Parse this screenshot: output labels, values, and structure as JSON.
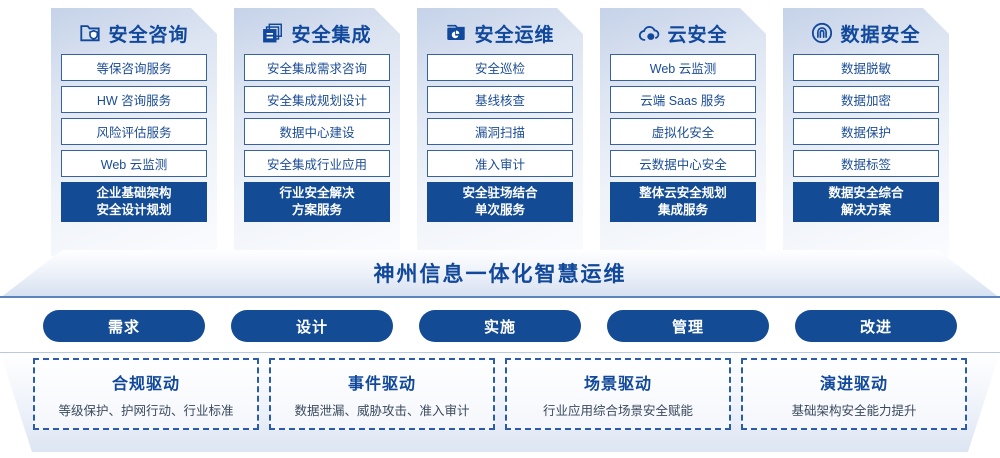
{
  "colors": {
    "primary": "#134c94",
    "title_blue": "#11489b",
    "item_border": "#36639f",
    "item_text": "#1b4c96",
    "driver_desc": "#3b4a5e"
  },
  "columns": [
    {
      "icon": "folder-shield-icon",
      "title": "安全咨询",
      "items": [
        "等保咨询服务",
        "HW 咨询服务",
        "风险评估服务",
        "Web 云监测"
      ],
      "footer_line1": "企业基础架构",
      "footer_line2": "安全设计规划"
    },
    {
      "icon": "stacked-documents-icon",
      "title": "安全集成",
      "items": [
        "安全集成需求咨询",
        "安全集成规划设计",
        "数据中心建设",
        "安全集成行业应用"
      ],
      "footer_line1": "行业安全解决",
      "footer_line2": "方案服务"
    },
    {
      "icon": "monitor-chart-icon",
      "title": "安全运维",
      "items": [
        "安全巡检",
        "基线核查",
        "漏洞扫描",
        "准入审计"
      ],
      "footer_line1": "安全驻场结合",
      "footer_line2": "单次服务"
    },
    {
      "icon": "cloud-icon",
      "title": "云安全",
      "items": [
        "Web 云监测",
        "云端 Saas 服务",
        "虚拟化安全",
        "云数据中心安全"
      ],
      "footer_line1": "整体云安全规划",
      "footer_line2": "集成服务"
    },
    {
      "icon": "fingerprint-icon",
      "title": "数据安全",
      "items": [
        "数据脱敏",
        "数据加密",
        "数据保护",
        "数据标签"
      ],
      "footer_line1": "数据安全综合",
      "footer_line2": "解决方案"
    }
  ],
  "banner": {
    "title": "神州信息一体化智慧运维"
  },
  "phases": [
    {
      "label": "需求"
    },
    {
      "label": "设计"
    },
    {
      "label": "实施"
    },
    {
      "label": "管理"
    },
    {
      "label": "改进"
    }
  ],
  "drivers": [
    {
      "title": "合规驱动",
      "desc": "等级保护、护网行动、行业标准"
    },
    {
      "title": "事件驱动",
      "desc": "数据泄漏、威胁攻击、准入审计"
    },
    {
      "title": "场景驱动",
      "desc": "行业应用综合场景安全赋能"
    },
    {
      "title": "演进驱动",
      "desc": "基础架构安全能力提升"
    }
  ]
}
